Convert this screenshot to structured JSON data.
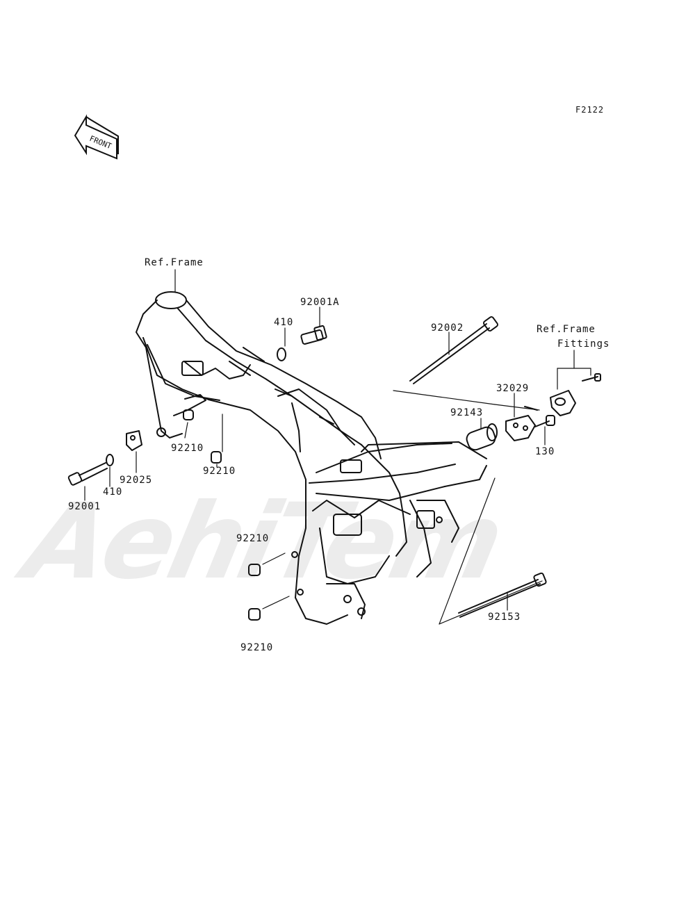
{
  "diagram_code": "F2122",
  "front_arrow_text": "FRONT",
  "watermark_text": "AehiTem",
  "labels": {
    "ref_frame": "Ref.Frame",
    "ref_frame_fittings_line1": "Ref.Frame",
    "ref_frame_fittings_line2": "Fittings",
    "p92001A": "92001A",
    "p410_top": "410",
    "p92002": "92002",
    "p32029": "32029",
    "p92143": "92143",
    "p130": "130",
    "p92210_a": "92210",
    "p92210_b": "92210",
    "p92025": "92025",
    "p410_left": "410",
    "p92001": "92001",
    "p92210_c": "92210",
    "p92210_d": "92210",
    "p92153": "92153"
  }
}
